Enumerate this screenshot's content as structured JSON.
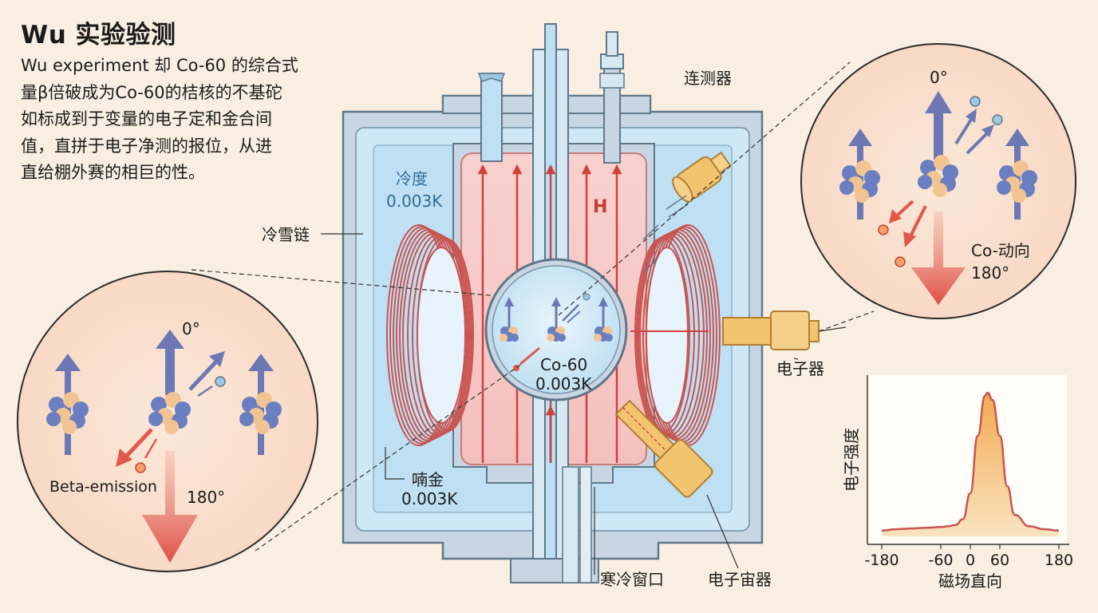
{
  "title": "Wu 实验验测",
  "description_lines": [
    "Wu experiment 却 Co-60 的综合式",
    "量β倍破成为Co-60的桔核的不基砣",
    "如标成到于变量的电子定和金合间",
    "值，直拼于电子净测的报位，从进",
    "直给棚外赛的相巨的性。"
  ],
  "labels": {
    "cold_label": "冷度",
    "cold_temp": "0.003K",
    "cooling_chain": "冷雪链",
    "field_h": "H",
    "sample_name": "Co-60",
    "sample_temp": "0.003K",
    "coil_label": "喃金",
    "coil_temp": "0.003K",
    "window": "寒冷窗口",
    "detector_top": "连测器",
    "electron_device": "电子器",
    "electron_counter": "电子宙器",
    "left_zoom_0deg": "0°",
    "left_zoom_beta": "Beta-emission",
    "left_zoom_180deg": "180°",
    "right_zoom_0deg": "0°",
    "right_zoom_dir": "Co-动向",
    "right_zoom_180deg": "180°"
  },
  "colors": {
    "background": "#f8efe2",
    "cryostat_outer": "#c9d8e4",
    "cryostat_inner": "#cfe7f6",
    "chamber": "#f6cbc8",
    "field_arrow": "#d2403c",
    "coil": "#c95450",
    "spin_arrow": "#6b78b4",
    "beta_arrow": "#e2574c",
    "detector": "#f2c46e",
    "curve": "#c95450",
    "curve_fill": "#f3b665"
  },
  "chart_data": {
    "type": "line",
    "title": "",
    "xlabel": "磁场直向",
    "ylabel": "电子强度",
    "xticks": [
      -180,
      -60,
      0,
      60,
      180
    ],
    "xlim": [
      -180,
      180
    ],
    "series": [
      {
        "x": [
          -180,
          -150,
          -120,
          -90,
          -60,
          -45,
          -30,
          -15,
          0,
          15,
          30,
          35,
          45,
          60,
          75,
          90,
          120,
          150,
          180
        ],
        "y": [
          0.04,
          0.05,
          0.055,
          0.06,
          0.065,
          0.07,
          0.08,
          0.12,
          0.3,
          0.7,
          0.98,
          1.0,
          0.95,
          0.7,
          0.35,
          0.15,
          0.07,
          0.05,
          0.04
        ]
      }
    ]
  }
}
